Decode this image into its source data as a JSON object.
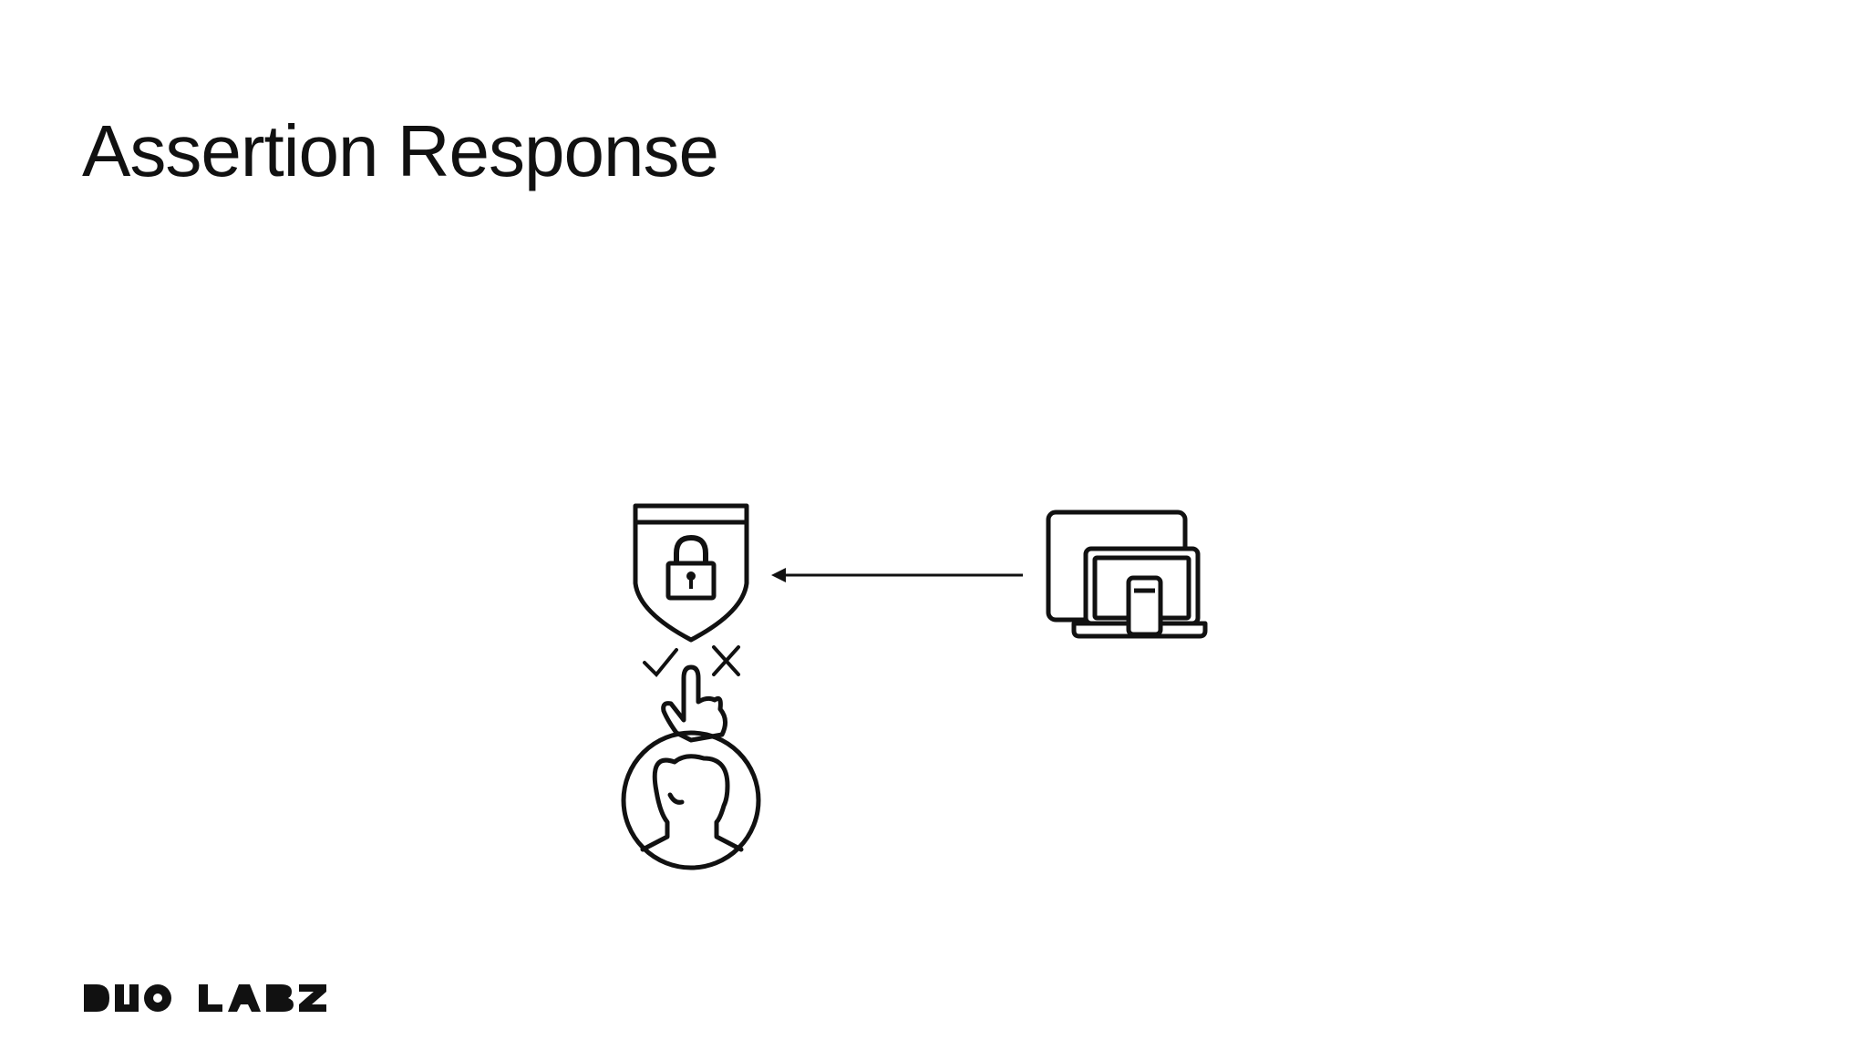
{
  "slide": {
    "title": "Assertion Response"
  },
  "diagram": {
    "nodes": [
      {
        "id": "authenticator",
        "icon": "shield-lock-icon"
      },
      {
        "id": "user-verification",
        "icon": "check-cross-touch-icon"
      },
      {
        "id": "user",
        "icon": "user-avatar-icon"
      },
      {
        "id": "client-devices",
        "icon": "devices-icon"
      }
    ],
    "edges": [
      {
        "from": "client-devices",
        "to": "authenticator",
        "style": "arrow"
      }
    ]
  },
  "logo": {
    "text": "DUO LABS",
    "icon": "duo-labs-logo"
  },
  "colors": {
    "ink": "#111111",
    "background": "#ffffff"
  }
}
